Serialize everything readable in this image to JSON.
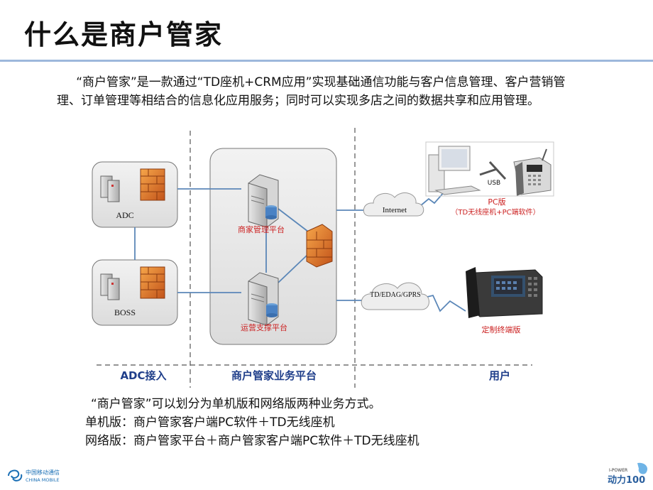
{
  "header": {
    "title": "什么是商户管家"
  },
  "intro": {
    "text": "“商户管家”是一款通过“TD座机+CRM应用”实现基础通信功能与客户信息管理、客户营销管理、订单管理等相结合的信息化应用服务；同时可以实现多店之间的数据共享和应用管理。"
  },
  "diagram": {
    "nodes": {
      "adc": "ADC",
      "boss": "BOSS",
      "merchant_platform": "商家管理平台",
      "ops_platform": "运营支撑平台",
      "internet": "Internet",
      "td_network": "TD/EDAG/GPRS",
      "usb": "USB",
      "pc_version": "PC版",
      "pc_version_detail": "（TD无线座机+PC端软件）",
      "custom_terminal": "定制终端版"
    },
    "zones": {
      "adc_access": "ADC接入",
      "platform": "商户管家业务平台",
      "user": "用户"
    },
    "colors": {
      "line": "#5b87b8",
      "zone_label": "#1f3e8a",
      "red_label": "#cc2222"
    }
  },
  "modes": {
    "lead": "“商户管家”可以划分为单机版和网络版两种业务方式。",
    "standalone": "单机版：商户管家客户端PC软件＋TD无线座机",
    "network": "网络版：商户管家平台＋商户管家客户端PC软件＋TD无线座机"
  },
  "footer": {
    "brand_cn": "中国移动通信",
    "brand_en": "CHINA MOBILE",
    "badge_top": "I-POWER",
    "badge_main": "动力100"
  }
}
